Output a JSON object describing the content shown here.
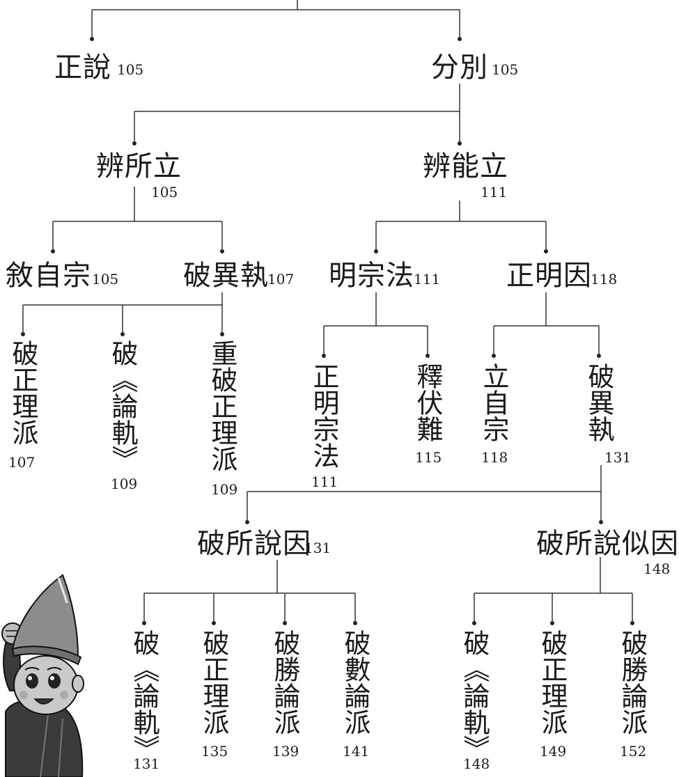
{
  "tree": {
    "level1": [
      {
        "label": "正說",
        "page": "105"
      },
      {
        "label": "分別",
        "page": "105"
      }
    ],
    "level2": [
      {
        "label": "辨所立",
        "page": "105"
      },
      {
        "label": "辨能立",
        "page": "111"
      }
    ],
    "level3": [
      {
        "label": "敘自宗",
        "page": "105"
      },
      {
        "label": "破異執",
        "page": "107"
      },
      {
        "label": "明宗法",
        "page": "111"
      },
      {
        "label": "正明因",
        "page": "118"
      }
    ],
    "level4": [
      {
        "label": "破正理派",
        "page": "107"
      },
      {
        "label": "破《論軌》",
        "page": "109"
      },
      {
        "label": "重破正理派",
        "page": "109"
      },
      {
        "label": "正明宗法",
        "page": "111"
      },
      {
        "label": "釋伏難",
        "page": "115"
      },
      {
        "label": "立自宗",
        "page": "118"
      },
      {
        "label": "破異執",
        "page": "131"
      }
    ],
    "level5": [
      {
        "label": "破所說因",
        "page": "131"
      },
      {
        "label": "破所說似因",
        "page": "148"
      }
    ],
    "level6": [
      {
        "label": "破《論軌》",
        "page": "131"
      },
      {
        "label": "破正理派",
        "page": "135"
      },
      {
        "label": "破勝論派",
        "page": "139"
      },
      {
        "label": "破數論派",
        "page": "141"
      },
      {
        "label": "破《論軌》",
        "page": "148"
      },
      {
        "label": "破正理派",
        "page": "149"
      },
      {
        "label": "破勝論派",
        "page": "152"
      }
    ]
  },
  "colors": {
    "text": "#1a1a1a",
    "line": "#333333",
    "mascot_gray": "#8c8c8c"
  }
}
